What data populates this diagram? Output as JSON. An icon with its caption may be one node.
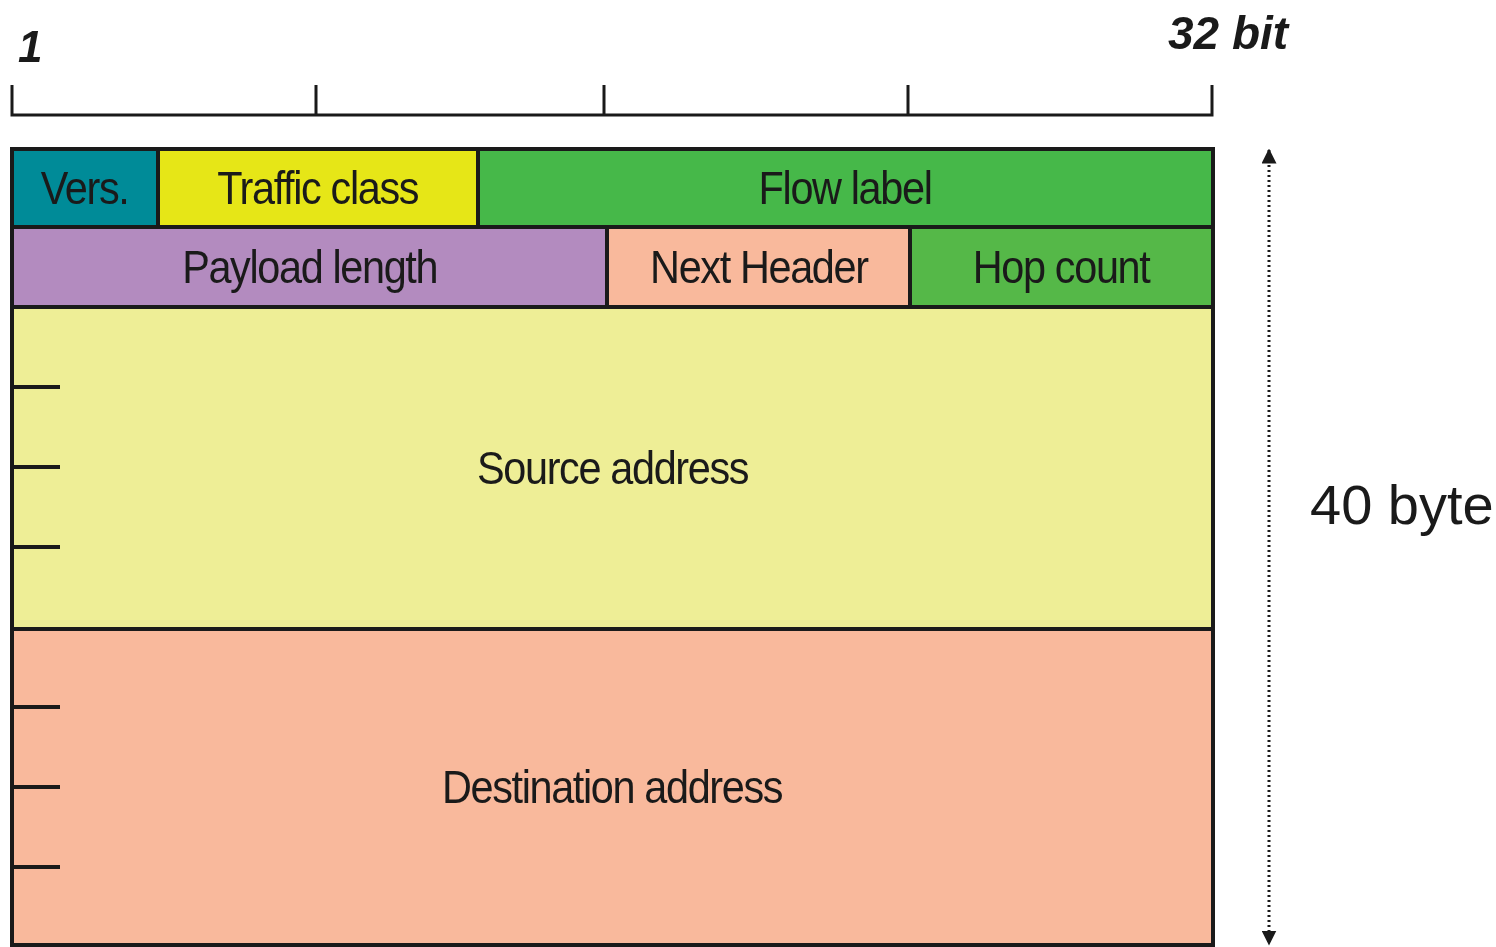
{
  "diagram": {
    "nodes": [
      {
        "text": [
          "Vers."
        ]
      },
      {
        "text": [
          "Traffic class"
        ]
      },
      {
        "text": [
          "Flow label"
        ]
      },
      {
        "text": [
          "Payload length"
        ]
      },
      {
        "text": [
          "Next Header"
        ]
      },
      {
        "text": [
          "Hop count"
        ]
      },
      {
        "text": [
          "Source address"
        ]
      },
      {
        "text": [
          "Destination address"
        ]
      }
    ],
    "labels": [
      "1",
      "32 bit",
      "40 byte"
    ]
  }
}
